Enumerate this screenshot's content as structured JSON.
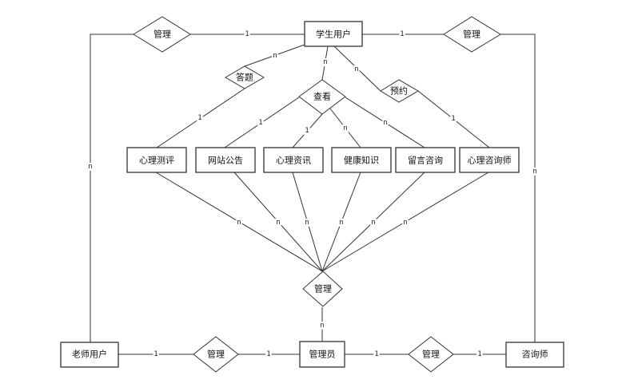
{
  "diagram": {
    "entities": {
      "student": "学生用户",
      "eval": "心理测评",
      "notice": "网站公告",
      "news": "心理资讯",
      "health": "健康知识",
      "message": "留言咨询",
      "counselor_info": "心理咨询师",
      "admin": "管理员",
      "teacher": "老师用户",
      "counselor": "咨询师"
    },
    "relations": {
      "manage_top_left": "管理",
      "manage_top_right": "管理",
      "answer": "答题",
      "view": "查看",
      "reserve": "预约",
      "manage_center": "管理",
      "manage_bottom_left": "管理",
      "manage_bottom_right": "管理"
    },
    "cardinalities": {
      "student_manage_left": "1",
      "student_manage_right": "1",
      "student_answer": "n",
      "student_view": "n",
      "student_reserve": "n",
      "answer_eval": "1",
      "view_notice": "1",
      "view_news": "1",
      "view_health": "n",
      "view_message": "n",
      "reserve_counselor_info": "1",
      "teacher_vertical": "n",
      "counselor_vertical": "n",
      "eval_center": "n",
      "notice_center": "n",
      "news_center": "n",
      "health_center": "n",
      "message_center": "n",
      "counselor_info_center": "n",
      "center_admin": "n",
      "teacher_manage": "1",
      "manage_admin_left": "1",
      "admin_manage_right": "1",
      "manage_counselor": "1"
    }
  }
}
